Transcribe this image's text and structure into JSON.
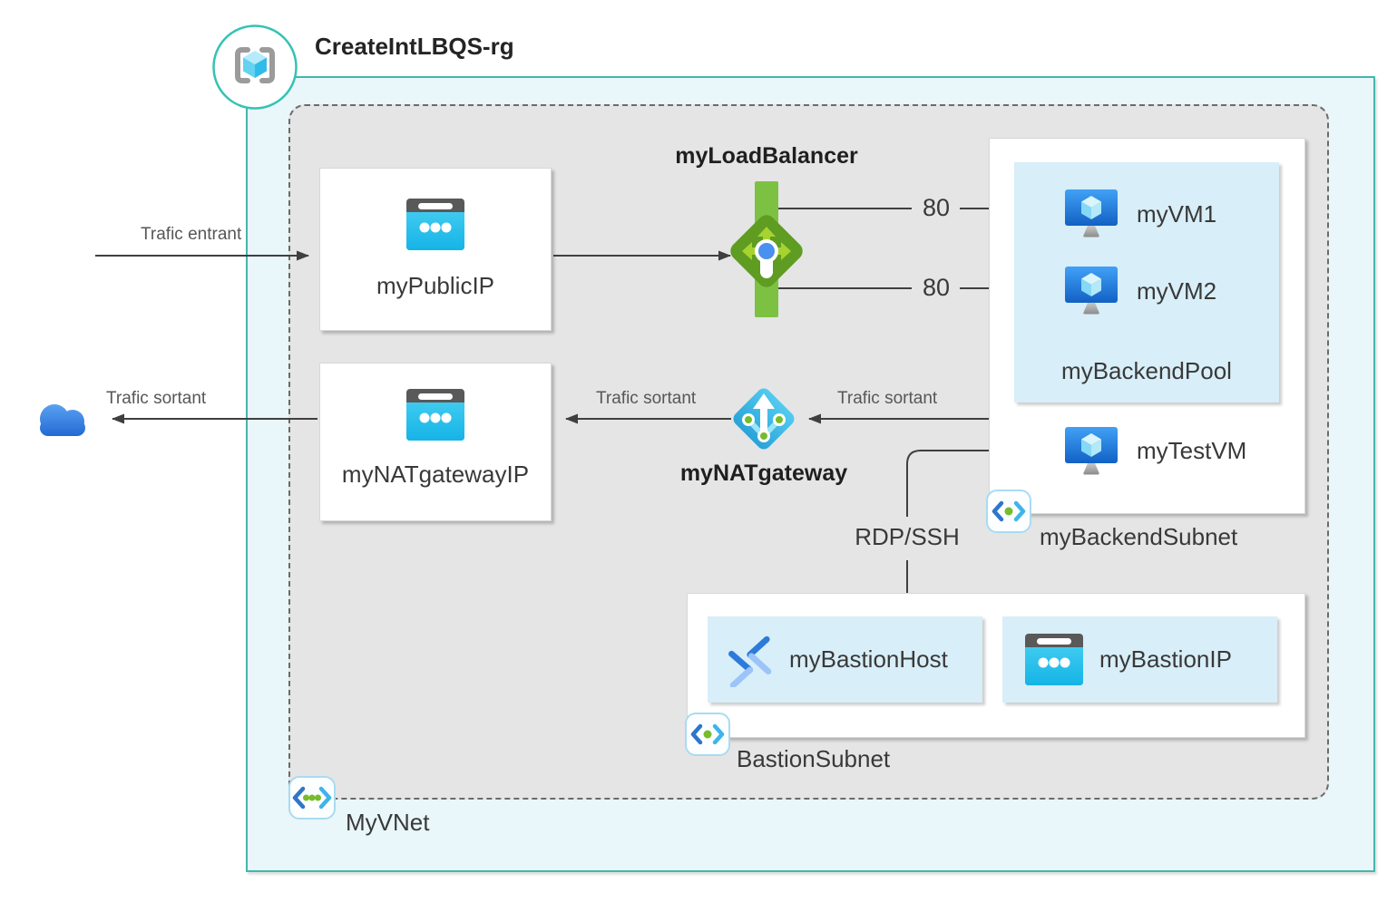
{
  "title": "CreateIntLBQS-rg",
  "nodes": {
    "public_ip": "myPublicIP",
    "load_balancer": "myLoadBalancer",
    "vm1": "myVM1",
    "vm2": "myVM2",
    "backend_pool": "myBackendPool",
    "test_vm": "myTestVM",
    "backend_subnet": "myBackendSubnet",
    "nat_gateway_ip": "myNATgatewayIP",
    "nat_gateway": "myNATgateway",
    "bastion_host": "myBastionHost",
    "bastion_ip": "myBastionIP",
    "bastion_subnet": "BastionSubnet",
    "vnet": "MyVNet"
  },
  "edges": {
    "inbound": "Trafic entrant",
    "outbound_cloud": "Trafic sortant",
    "outbound_nat": "Trafic sortant",
    "outbound_backend": "Trafic sortant",
    "port_top": "80",
    "port_bottom": "80",
    "rdp_ssh": "RDP/SSH"
  },
  "colors": {
    "resource_group_border": "#44b7ad",
    "resource_group_fill": "#e9f6fa",
    "vnet_fill": "#e5e5e5",
    "subnet_card_fill": "#d8eef8",
    "arrow": "#3f3f3f",
    "load_balancer_green": "#7dc142",
    "nat_gateway_cyan": "#38b6e4",
    "public_ip_cyan": "#2cc0ec"
  }
}
